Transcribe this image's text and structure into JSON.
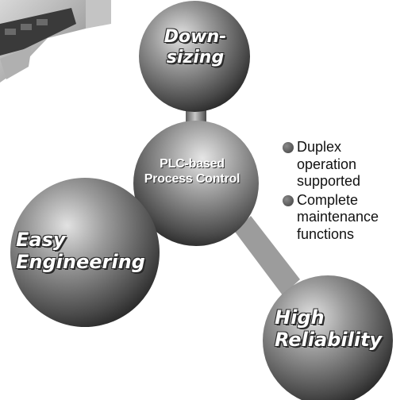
{
  "nodes": {
    "top": {
      "lines": [
        "Down-",
        "sizing"
      ]
    },
    "center": {
      "lines": [
        "PLC-based",
        "Process Control"
      ]
    },
    "left": {
      "lines": [
        "Easy",
        "Engineering"
      ]
    },
    "bottom_right": {
      "lines": [
        "High",
        "Reliability"
      ]
    }
  },
  "features": [
    {
      "lines": [
        "Duplex",
        "operation",
        "supported"
      ]
    },
    {
      "lines": [
        "Complete",
        "maintenance",
        "functions"
      ]
    }
  ],
  "colors": {
    "sphere_light": "#d4d4d4",
    "sphere_mid": "#7a7a7a",
    "sphere_dark": "#262626",
    "rod": "#9a9a9a",
    "label_text": "#ffffff",
    "feature_text": "#111111"
  }
}
